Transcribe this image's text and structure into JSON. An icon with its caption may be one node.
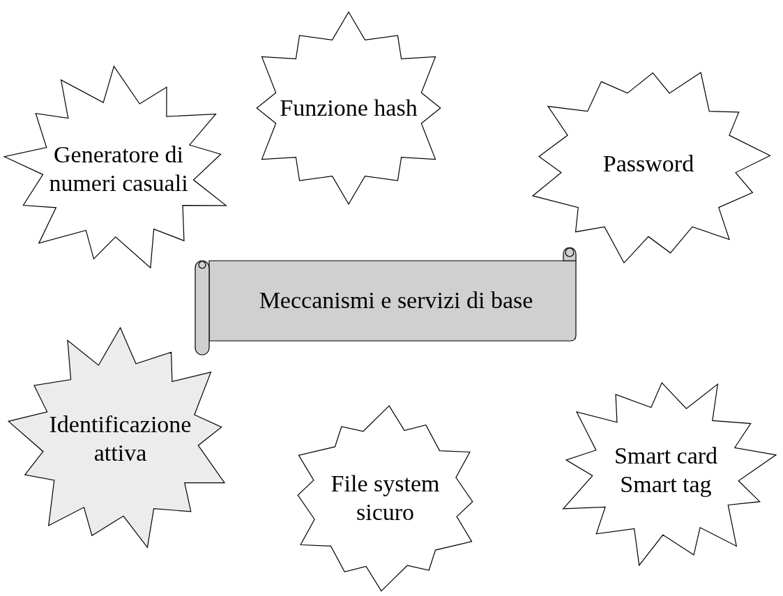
{
  "diagram": {
    "nodes": [
      {
        "text": [
          "Generatore di numeri casuali"
        ]
      },
      {
        "text": [
          "Funzione hash"
        ]
      },
      {
        "text": [
          "Password"
        ]
      },
      {
        "text": [
          "Meccanismi e servizi di base"
        ]
      },
      {
        "text": [
          "Identificazione attiva"
        ]
      },
      {
        "text": [
          "File system sicuro"
        ]
      },
      {
        "text": [
          "Smart card Smart tag"
        ]
      }
    ]
  }
}
